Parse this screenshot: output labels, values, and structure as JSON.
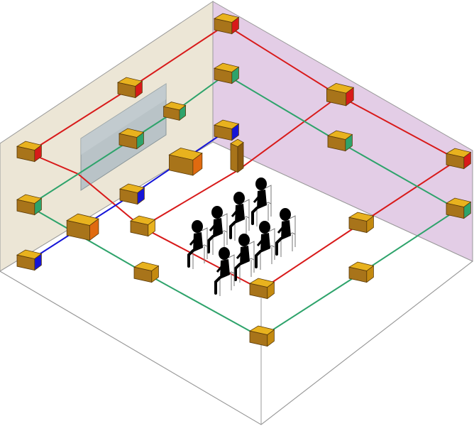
{
  "scene": {
    "colors": {
      "left_wall": "#ece6d6",
      "right_wall": "#e3cde6",
      "floor": "#ffffff",
      "edge": "#999999",
      "red_wire": "#d81a1a",
      "green_wire": "#2ea36b",
      "blue_wire": "#1515d8",
      "box_top": "#e8b21e",
      "box_front": "#a8741a",
      "box_right": "#c48a10",
      "screen": "#b9c3c7",
      "people": "#000000",
      "chair": "#777777"
    },
    "units": [
      {
        "role": "ceiling-corner",
        "circuit": "red",
        "accent": "#d81a1a"
      },
      {
        "role": "ceiling-left-mid",
        "circuit": "red",
        "accent": "#d81a1a"
      },
      {
        "role": "ceiling-right-mid",
        "circuit": "red",
        "accent": "#d81a1a"
      },
      {
        "role": "ceiling-left-end",
        "circuit": "red",
        "accent": "#d81a1a"
      },
      {
        "role": "ceiling-right-end",
        "circuit": "red",
        "accent": "#d81a1a"
      },
      {
        "role": "upper-corner",
        "circuit": "green",
        "accent": "#2ea36b"
      },
      {
        "role": "upper-left-mid",
        "circuit": "green",
        "accent": "#2ea36b"
      },
      {
        "role": "upper-right-mid",
        "circuit": "green",
        "accent": "#2ea36b"
      },
      {
        "role": "upper-left-end",
        "circuit": "green",
        "accent": "#2ea36b"
      },
      {
        "role": "upper-right-end",
        "circuit": "green",
        "accent": "#2ea36b"
      },
      {
        "role": "lower-corner",
        "circuit": "blue",
        "accent": "#1515d8"
      },
      {
        "role": "lower-mid",
        "circuit": "blue",
        "accent": "#1515d8"
      },
      {
        "role": "lower-left-end",
        "circuit": "blue",
        "accent": "#1515d8"
      },
      {
        "role": "screen-speaker",
        "circuit": "green",
        "accent": "#2ea36b"
      },
      {
        "role": "center-speaker",
        "circuit": "none",
        "accent": "#e06a10"
      },
      {
        "role": "tall-speaker",
        "circuit": "none",
        "accent": "#8a5a10"
      },
      {
        "role": "front-left-speaker",
        "circuit": "none",
        "accent": "#e06a10"
      },
      {
        "role": "floor-front",
        "circuit": "red",
        "accent": "#e8b21e"
      },
      {
        "role": "floor-back-right",
        "circuit": "red",
        "accent": "#c48a10"
      },
      {
        "role": "floor-center",
        "circuit": "red",
        "accent": "#c48a10"
      },
      {
        "role": "floor-left",
        "circuit": "green",
        "accent": "#c48a10"
      },
      {
        "role": "floor-right",
        "circuit": "green",
        "accent": "#c48a10"
      },
      {
        "role": "floor-bottom",
        "circuit": "green",
        "accent": "#c48a10"
      }
    ],
    "audience": {
      "rows": 2,
      "per_row": 4
    }
  }
}
